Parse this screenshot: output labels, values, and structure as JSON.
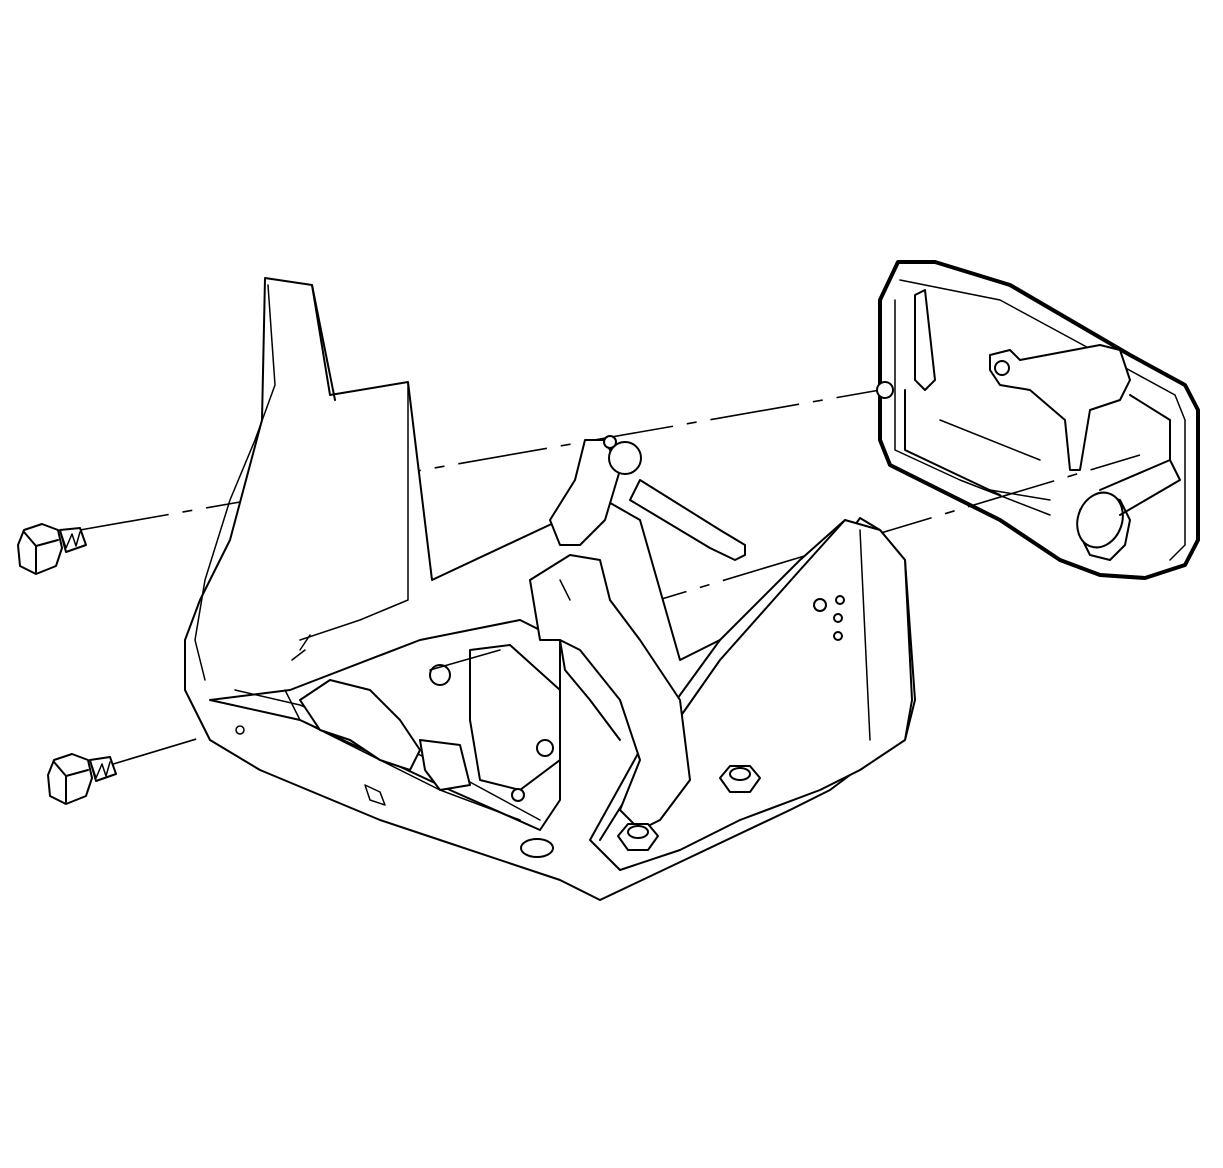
{
  "figure": {
    "kind": "exploded-view line drawing",
    "parts": [
      {
        "id": "bolt-upper",
        "icon": "hex-bolt-icon"
      },
      {
        "id": "bolt-lower",
        "icon": "hex-bolt-icon"
      },
      {
        "id": "bracket-assembly",
        "icon": "bracket-icon"
      },
      {
        "id": "handle-bezel",
        "icon": "handle-bezel-icon"
      },
      {
        "id": "mounting-nuts",
        "icon": "hex-nut-icon"
      }
    ],
    "line_color": "#000000",
    "background": "#ffffff"
  }
}
